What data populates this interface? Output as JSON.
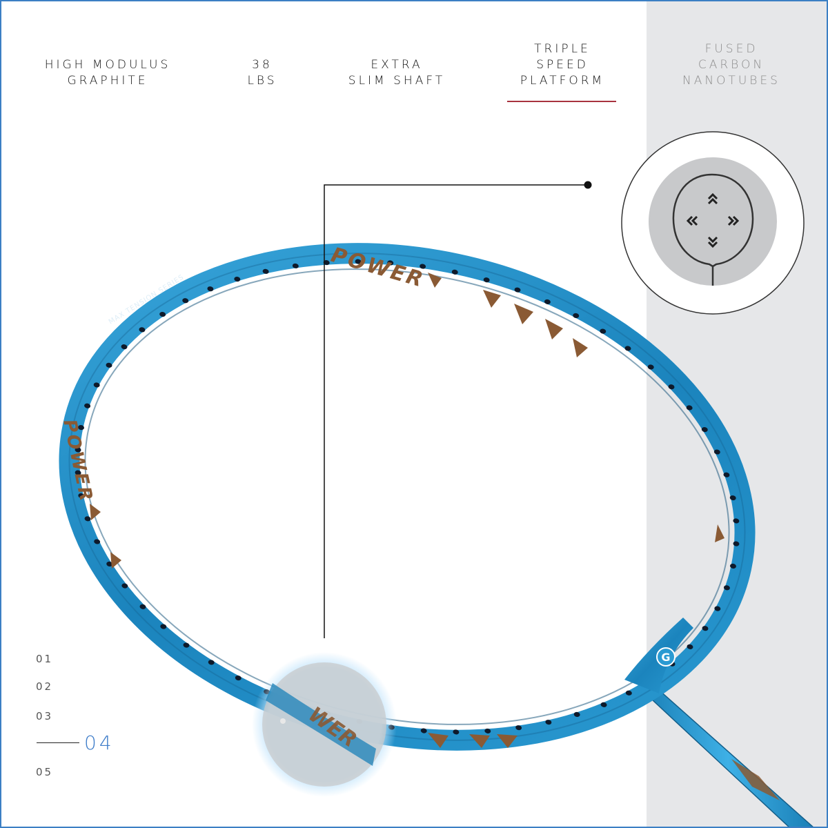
{
  "feature_tabs": [
    {
      "label": "HIGH MODULUS\nGRAPHITE",
      "state": "inactive"
    },
    {
      "label": "38\nLBS",
      "state": "inactive"
    },
    {
      "label": "EXTRA\nSLIM SHAFT",
      "state": "inactive"
    },
    {
      "label": "TRIPLE\nSPEED\nPLATFORM",
      "state": "active"
    },
    {
      "label": "FUSED\nCARBON\nNANOTUBES",
      "state": "disabled"
    }
  ],
  "racket": {
    "frame_text_top": "POWER",
    "frame_text_left": "POWER",
    "frame_text_small": "MAX TENSION SERIES",
    "frame_text_bottom": "WER",
    "throat_badge": "G"
  },
  "steps": {
    "items": [
      "01",
      "02",
      "03",
      "04",
      "05"
    ],
    "active_index": 3
  },
  "colors": {
    "accent": "#3d7cc9",
    "active_underline": "#a8323e",
    "side_panel": "#e6e7e9",
    "frame_blue": "#1e8ac2",
    "frame_copper": "#8a5a34"
  },
  "icons": {
    "speed_platform": "racket-head-arrows-icon",
    "arrows": [
      "double-chevron-up-icon",
      "double-chevron-left-icon",
      "double-chevron-right-icon",
      "double-chevron-down-icon"
    ]
  }
}
